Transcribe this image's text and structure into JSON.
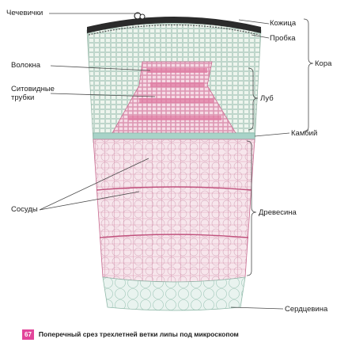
{
  "labels_left": {
    "lenticel": "Чечевички",
    "fibers": "Волокна",
    "sieve_tubes_1": "Ситовидные",
    "sieve_tubes_2": "трубки",
    "vessels": "Сосуды"
  },
  "labels_right": {
    "epidermis": "Кожица",
    "cork": "Пробка",
    "cortex": "Кора",
    "phloem": "Луб",
    "cambium": "Камбий",
    "wood": "Древесина",
    "pith": "Сердцевина"
  },
  "caption": {
    "number": "67",
    "title": "Поперечный срез трехлетней ветки липы под микроскопом"
  },
  "colors": {
    "tissue_pink": "#e79ab6",
    "tissue_light": "#eef5ee",
    "cambium_green": "#a8d3c8",
    "cork_dark": "#2b2b2b",
    "line": "#6a6a6a",
    "caption_badge": "#e2459a"
  }
}
